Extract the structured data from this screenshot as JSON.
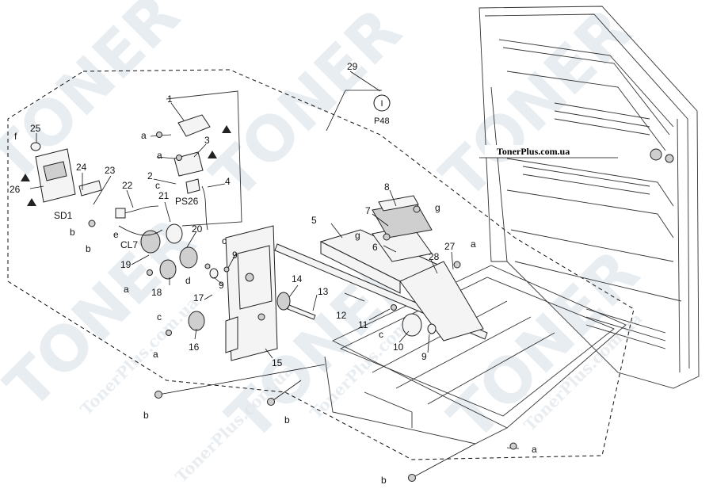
{
  "diagram": {
    "callouts": {
      "p1": "1",
      "p2": "2",
      "p3": "3",
      "p4": "4",
      "p5": "5",
      "p6": "6",
      "p7": "7",
      "p8": "8",
      "p9a": "9",
      "p9b": "9",
      "p9c": "9",
      "p10": "10",
      "p11": "11",
      "p12": "12",
      "p13": "13",
      "p14": "14",
      "p15": "15",
      "p16": "16",
      "p17": "17",
      "p18": "18",
      "p19": "19",
      "p20": "20",
      "p21": "21",
      "p22": "22",
      "p23": "23",
      "p24": "24",
      "p25": "25",
      "p26": "26",
      "p27": "27",
      "p28": "28",
      "p29": "29"
    },
    "letters": {
      "a1": "a",
      "a2": "a",
      "a3": "a",
      "a4": "a",
      "a5": "a",
      "a6": "a",
      "b1": "b",
      "b2": "b",
      "b3": "b",
      "b4": "b",
      "b5": "b",
      "c1": "c",
      "c2": "c",
      "c3": "c",
      "c4": "c",
      "d1": "d",
      "e1": "e",
      "f1": "f",
      "g1": "g",
      "g2": "g"
    },
    "connectors": {
      "ps26": "PS26",
      "sd1": "SD1",
      "cl7": "CL7"
    },
    "page_ref": {
      "symbol": "I",
      "label": "P48"
    },
    "site_label": "TonerPlus.com.ua",
    "watermark": {
      "brand": "TONER",
      "url": "TonerPlus.com.ua"
    }
  }
}
